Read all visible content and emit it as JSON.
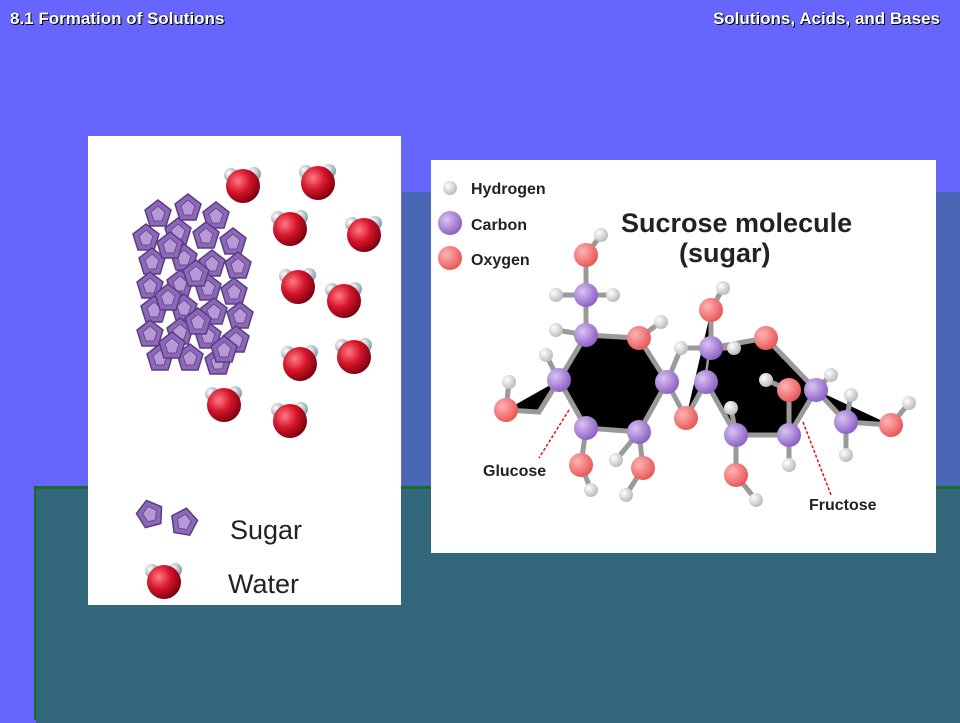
{
  "header": {
    "left": "8.1 Formation of Solutions",
    "right": "Solutions, Acids, and Bases"
  },
  "left_panel": {
    "legend": {
      "sugar": "Sugar",
      "water": "Water"
    }
  },
  "right_panel": {
    "title_line1": "Sucrose molecule",
    "title_line2": "(sugar)",
    "key": {
      "hydrogen": "Hydrogen",
      "carbon": "Carbon",
      "oxygen": "Oxygen"
    },
    "callouts": {
      "glucose": "Glucose",
      "fructose": "Fructose"
    }
  },
  "colors": {
    "slide_bg": "#6666ff",
    "carbon": "#9b6fd0",
    "oxygen": "#f06a6a",
    "hydrogen": "#d9d9d9",
    "water_oxygen": "#d6152b",
    "sugar_crystal": "#8e68b8"
  }
}
